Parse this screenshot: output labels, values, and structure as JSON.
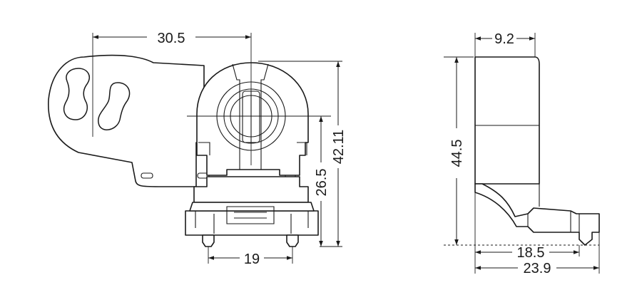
{
  "diagram": {
    "dimensions": {
      "top_width": "30.5",
      "overall_height": "42.11",
      "socket_height": "26.5",
      "pin_spacing": "19",
      "side_width": "9.2",
      "side_height": "44.5",
      "base_depth": "18.5",
      "overall_depth": "23.9"
    }
  }
}
